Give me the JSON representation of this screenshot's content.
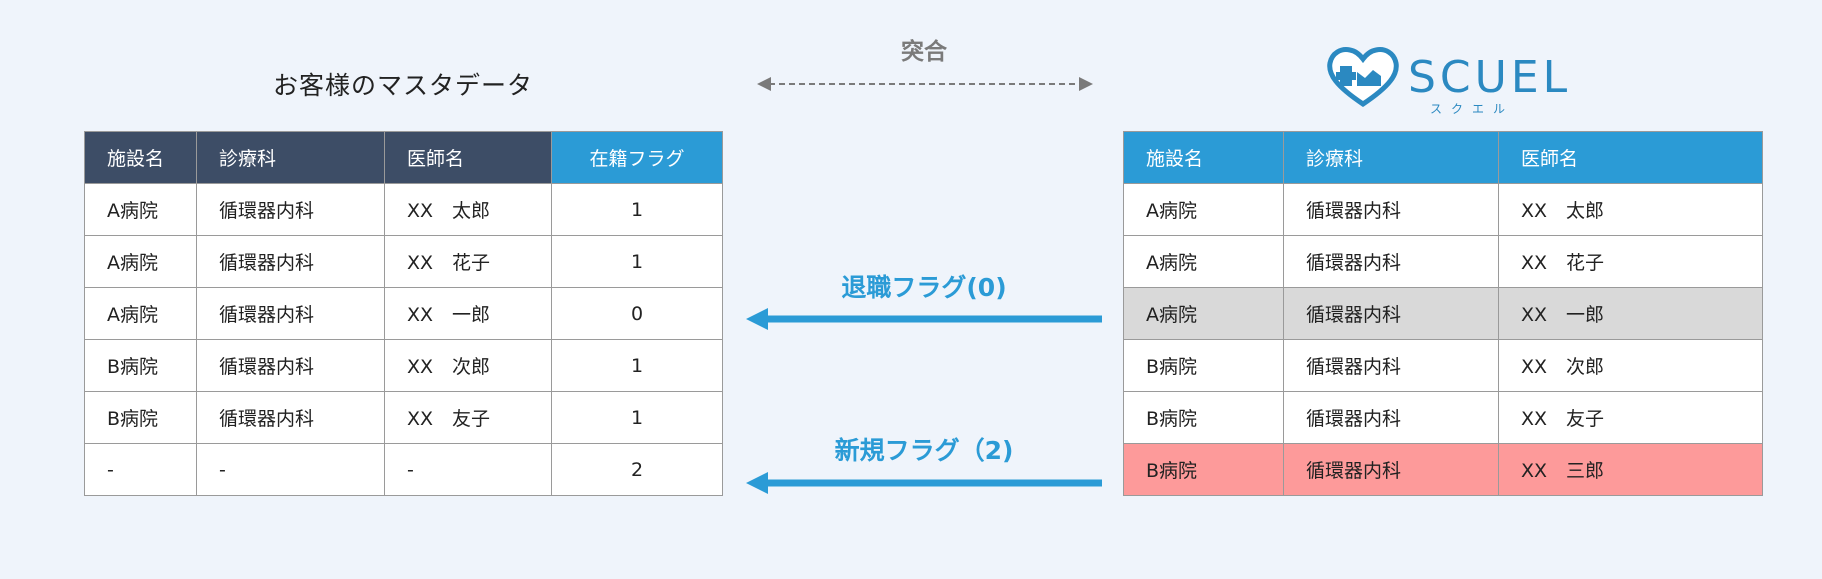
{
  "left_title": "お客様のマスタデータ",
  "match_label": "突合",
  "logo": {
    "name": "SCUEL",
    "subtitle": "スクエル",
    "color": "#2b89c1"
  },
  "left_table": {
    "headers": [
      "施設名",
      "診療科",
      "医師名",
      "在籍フラグ"
    ],
    "rows": [
      [
        "A病院",
        "循環器内科",
        "XX　太郎",
        "1"
      ],
      [
        "A病院",
        "循環器内科",
        "XX　花子",
        "1"
      ],
      [
        "A病院",
        "循環器内科",
        "XX　一郎",
        "0"
      ],
      [
        "B病院",
        "循環器内科",
        "XX　次郎",
        "1"
      ],
      [
        "B病院",
        "循環器内科",
        "XX　友子",
        "1"
      ],
      [
        "-",
        "-",
        "-",
        "2"
      ]
    ]
  },
  "right_table": {
    "headers": [
      "施設名",
      "診療科",
      "医師名"
    ],
    "rows": [
      [
        "A病院",
        "循環器内科",
        "XX　太郎"
      ],
      [
        "A病院",
        "循環器内科",
        "XX　花子"
      ],
      [
        "A病院",
        "循環器内科",
        "XX　一郎"
      ],
      [
        "B病院",
        "循環器内科",
        "XX　次郎"
      ],
      [
        "B病院",
        "循環器内科",
        "XX　友子"
      ],
      [
        "B病院",
        "循環器内科",
        "XX　三郎"
      ]
    ]
  },
  "flags": {
    "retire_label": "退職フラグ(0)",
    "new_label": "新規フラグ（2)"
  },
  "colors": {
    "background": "#eff4fb",
    "dark_header": "#3d4d66",
    "accent_blue": "#2b9bd6",
    "highlight_gray": "#d9d9d9",
    "highlight_red": "#fd9a9a",
    "match_arrow": "#7a7a7a"
  }
}
